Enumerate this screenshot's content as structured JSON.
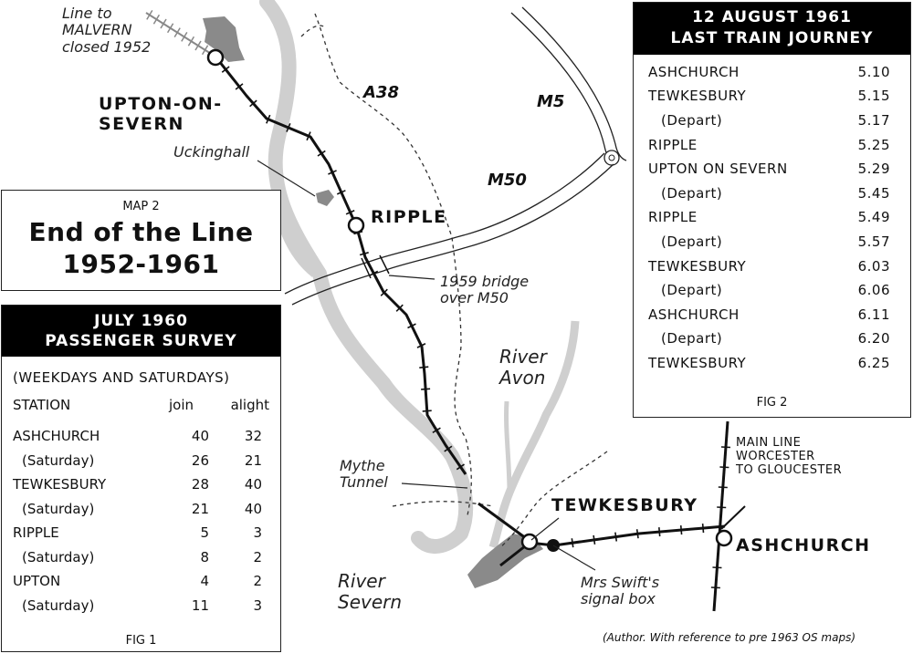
{
  "title_box": {
    "map_no": "MAP 2",
    "title": "End of the Line",
    "years": "1952-1961"
  },
  "labels": {
    "malvern_note": [
      "Line to",
      "MALVERN",
      "closed 1952"
    ],
    "upton": [
      "UPTON-ON-",
      "SEVERN"
    ],
    "uckinghall": "Uckinghall",
    "ripple": "RIPPLE",
    "a38": "A38",
    "m5": "M5",
    "m50": "M50",
    "bridge_note": [
      "1959 bridge",
      "over M50"
    ],
    "river_avon": [
      "River",
      "Avon"
    ],
    "mythe": [
      "Mythe",
      "Tunnel"
    ],
    "tewkesbury": "TEWKESBURY",
    "ashchurch": "ASHCHURCH",
    "main_line": [
      "MAIN LINE",
      "WORCESTER",
      "TO GLOUCESTER"
    ],
    "signal_box": [
      "Mrs Swift's",
      "signal box"
    ],
    "river_severn": [
      "River",
      "Severn"
    ],
    "credit": "(Author. With reference to pre 1963 OS maps)"
  },
  "survey": {
    "header": [
      "JULY 1960",
      "PASSENGER SURVEY"
    ],
    "subheader": "(WEEKDAYS AND SATURDAYS)",
    "columns": [
      "STATION",
      "join",
      "alight"
    ],
    "rows": [
      {
        "name": "ASHCHURCH",
        "join": "40",
        "alight": "32"
      },
      {
        "name": "(Saturday)",
        "join": "26",
        "alight": "21"
      },
      {
        "name": "TEWKESBURY",
        "join": "28",
        "alight": "40"
      },
      {
        "name": "(Saturday)",
        "join": "21",
        "alight": "40"
      },
      {
        "name": "RIPPLE",
        "join": "5",
        "alight": "3"
      },
      {
        "name": "(Saturday)",
        "join": "8",
        "alight": "2"
      },
      {
        "name": "UPTON",
        "join": "4",
        "alight": "2"
      },
      {
        "name": "(Saturday)",
        "join": "11",
        "alight": "3"
      }
    ],
    "caption": "FIG 1"
  },
  "journey": {
    "header": [
      "12 AUGUST 1961",
      "LAST TRAIN JOURNEY"
    ],
    "rows": [
      {
        "name": "ASHCHURCH",
        "time": "5.10"
      },
      {
        "name": "TEWKESBURY",
        "time": "5.15"
      },
      {
        "name": "(Depart)",
        "time": "5.17"
      },
      {
        "name": "RIPPLE",
        "time": "5.25"
      },
      {
        "name": "UPTON ON SEVERN",
        "time": "5.29"
      },
      {
        "name": "(Depart)",
        "time": "5.45"
      },
      {
        "name": "RIPPLE",
        "time": "5.49"
      },
      {
        "name": "(Depart)",
        "time": "5.57"
      },
      {
        "name": "TEWKESBURY",
        "time": "6.03"
      },
      {
        "name": "(Depart)",
        "time": "6.06"
      },
      {
        "name": "ASHCHURCH",
        "time": "6.11"
      },
      {
        "name": "(Depart)",
        "time": "6.20"
      },
      {
        "name": "TEWKESBURY",
        "time": "6.25"
      }
    ],
    "caption": "FIG 2"
  }
}
